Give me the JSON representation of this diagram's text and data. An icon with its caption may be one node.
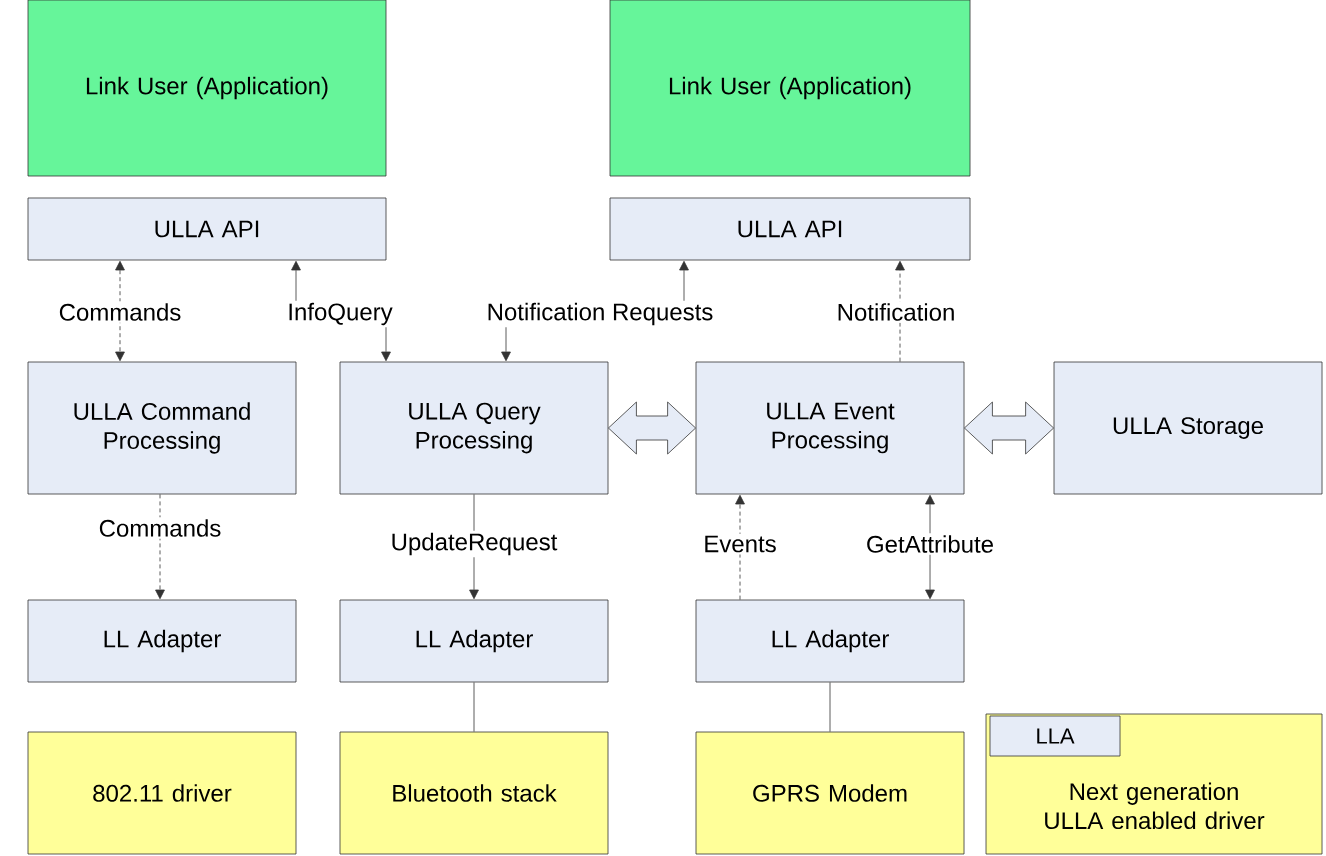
{
  "diagram": {
    "nodes": [
      {
        "text": [
          "Link User (Application)"
        ]
      },
      {
        "text": [
          "Link User (Application)"
        ]
      },
      {
        "text": [
          "ULLA API"
        ]
      },
      {
        "text": [
          "ULLA API"
        ]
      },
      {
        "text": [
          "ULLA Command Processing"
        ]
      },
      {
        "text": [
          "ULLA Query Processing"
        ]
      },
      {
        "text": [
          "ULLA Event Processing"
        ]
      },
      {
        "text": [
          "ULLA Storage"
        ]
      },
      {
        "text": [
          "LL Adapter"
        ]
      },
      {
        "text": [
          "LL Adapter"
        ]
      },
      {
        "text": [
          "LL Adapter"
        ]
      },
      {
        "text": [
          "802.11 driver"
        ]
      },
      {
        "text": [
          "Bluetooth stack"
        ]
      },
      {
        "text": [
          "GPRS Modem"
        ]
      },
      {
        "text": [
          "Next generation ULLA enabled driver"
        ]
      },
      {
        "text": [
          "LLA"
        ],
        "in": 14
      }
    ],
    "edges": [
      {
        "from": 2,
        "to": 4,
        "arrow": "both",
        "style": "dashed",
        "label": "Commands"
      },
      {
        "from": 5,
        "to": 2,
        "arrow": "both",
        "label": "InfoQuery"
      },
      {
        "from": 5,
        "to": 3,
        "arrow": "both",
        "label": "Notification Requests"
      },
      {
        "from": 6,
        "to": 3,
        "arrow": "to",
        "style": "dashed",
        "label": "Notification"
      },
      {
        "from": 5,
        "to": 6,
        "arrow": "both",
        "style": "thick"
      },
      {
        "from": 6,
        "to": 7,
        "arrow": "both",
        "style": "thick"
      },
      {
        "from": 4,
        "to": 8,
        "arrow": "to",
        "style": "dashed",
        "label": "Commands"
      },
      {
        "from": 5,
        "to": 9,
        "arrow": "to",
        "label": "UpdateRequest"
      },
      {
        "from": 10,
        "to": 6,
        "arrow": "to",
        "style": "dashed",
        "label": "Events"
      },
      {
        "from": 6,
        "to": 10,
        "arrow": "both",
        "label": "GetAttribute"
      },
      {
        "from": 9,
        "to": 12,
        "arrow": "none"
      },
      {
        "from": 10,
        "to": 13,
        "arrow": "none"
      }
    ]
  }
}
